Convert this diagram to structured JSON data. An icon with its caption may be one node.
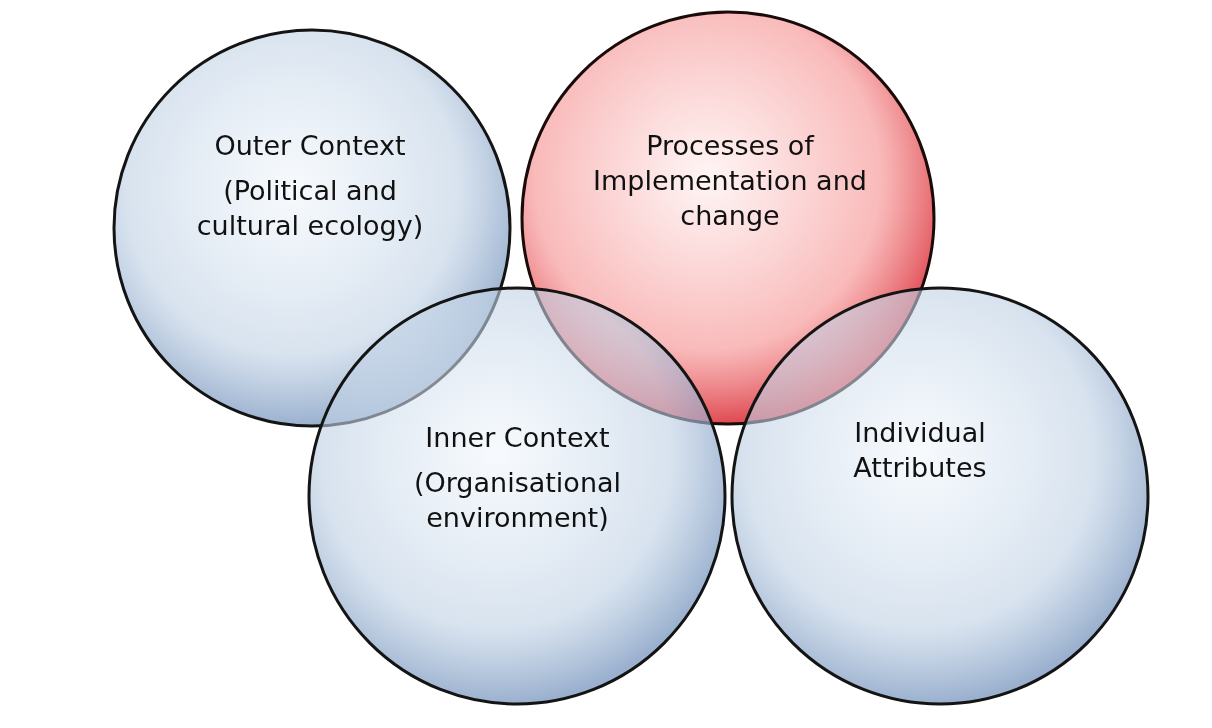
{
  "diagram": {
    "nodes": [
      {
        "text": [
          "Outer Context",
          "(Political and cultural ecology)"
        ]
      },
      {
        "text": [
          "Processes of Implementation and change"
        ]
      },
      {
        "text": [
          "Inner Context",
          "(Organisational environment)"
        ]
      },
      {
        "text": [
          "Individual Attributes"
        ]
      }
    ]
  }
}
